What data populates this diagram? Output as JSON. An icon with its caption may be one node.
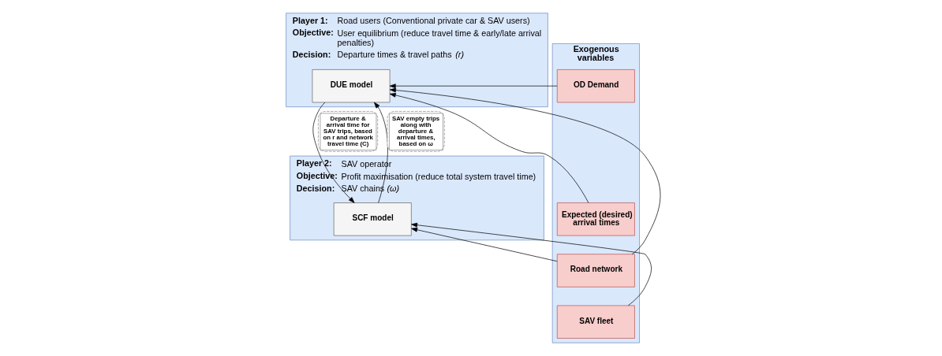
{
  "diagram": {
    "nodes": [
      {
        "text": [
          "Player 1:",
          "Road users (Conventional private car & SAV users)",
          "Objective:",
          "User equilibrium (reduce travel time & early/late arrival penalties)",
          "Decision:",
          "Departure times & travel paths *(r)*"
        ]
      },
      {
        "text": [
          "DUE model"
        ],
        "in": 0
      },
      {
        "text": [
          "Player 2:",
          "SAV operator",
          "Objective:",
          "Profit maximisation (reduce total system travel time)",
          "Decision:",
          "SAV chains *(ω)*"
        ]
      },
      {
        "text": [
          "SCF model"
        ],
        "in": 2
      },
      {
        "text": [
          "Exogenous variables"
        ]
      },
      {
        "text": [
          "OD Demand"
        ],
        "in": 4
      },
      {
        "text": [
          "Expected (desired) arrival times"
        ],
        "in": 4
      },
      {
        "text": [
          "Road network"
        ],
        "in": 4
      },
      {
        "text": [
          "SAV fleet"
        ],
        "in": 4
      }
    ],
    "edges": [
      {
        "from": 5,
        "to": 1,
        "arrow": "to"
      },
      {
        "from": 6,
        "to": 1,
        "arrow": "to"
      },
      {
        "from": 7,
        "to": 1,
        "arrow": "to"
      },
      {
        "from": 7,
        "to": 3,
        "arrow": "to"
      },
      {
        "from": 8,
        "to": 3,
        "arrow": "to"
      },
      {
        "from": 1,
        "to": 3,
        "arrow": "to",
        "label": "Departure & arrival time for SAV trips, based on r and network travel time (C)"
      },
      {
        "from": 3,
        "to": 1,
        "arrow": "to",
        "label": "SAV empty trips along with departure & arrival times, based on ω"
      }
    ]
  }
}
